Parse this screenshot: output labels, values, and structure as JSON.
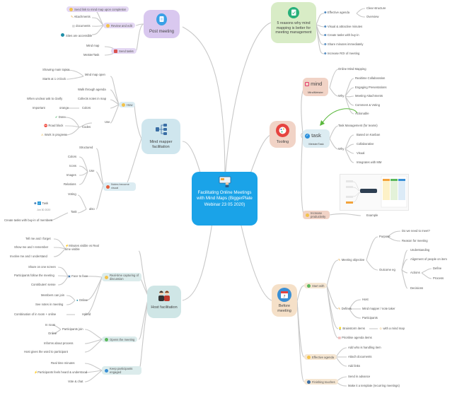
{
  "center": {
    "title": "Facilitating Online Meetings with Mind Maps (BiggerPlate Webinar 23 05 2020)"
  },
  "branches": {
    "post_meeting": {
      "label": "Post meeting",
      "review_and_edit": "Review and edit",
      "send_link": "Send link to mind map upon completion",
      "attachments": "Attachments",
      "documents": "documents",
      "sites": "Sites are accessible",
      "send_tasks": "Send tasks",
      "mind_map": "Mind map",
      "meister_task": "MeisterTask"
    },
    "reasons": {
      "label": "5 reasons why mind mapping is better for meeting management",
      "items": [
        "Effective agenda",
        "Visual & attractive minutes",
        "Create tasks with buy-in",
        "Share minutes immediately",
        "Increase ROI of meeting"
      ],
      "sub_clear": "Clear structure",
      "sub_overview": "Overview"
    },
    "facilitation": {
      "label": "Mind mapper facilitation",
      "how": "How",
      "mind_map_open": "Mind map open",
      "showing_main_topics": "Showing main topics",
      "starts_at_1": "Starts at 1 o'clock",
      "walk_through": "Walk through agenda",
      "collects_notes": "Collects notes in map",
      "when_unclear": "When unclear ask to clarify",
      "colors": "Colors",
      "use": "Use",
      "important": "Important",
      "orange": "orange",
      "codes": "Codes",
      "done": "Done",
      "road_block": "Road block",
      "work_in_progress": "Work in progress",
      "notes_visual": "Notes become visual",
      "structured": "Structured",
      "use2": "Use",
      "colors2": "Colors",
      "icons": "Icons",
      "images": "Images",
      "relations": "Relations",
      "also": "also",
      "voting": "Voting",
      "task": "Task",
      "task_chip": "Task",
      "task_date": "Jun 30 2020",
      "create_tasks": "Create tasks with buy-in of members"
    },
    "tooling": {
      "label": "Tooling",
      "mindmeister": "MindMeister",
      "mindmeister_logo": "mind",
      "online_mind_mapping": "Online Mind Mapping",
      "why": "Why",
      "realtime": "Realtime Collaboration",
      "presentations": "Engaging Presentations",
      "attachments": "Meeting Attachments",
      "comment_voting": "Comment & Voting",
      "actionable": "Actionable",
      "meistertask": "MeisterTask",
      "meistertask_logo": "task",
      "task_mgmt": "Task Management (for teams)",
      "why2": "Why",
      "kanban": "Based on Kanban",
      "collaborative": "Collaborative",
      "visual": "Visual",
      "integrates": "Integrates with MM",
      "increase_productivity": "Increase productivity",
      "example": "Example"
    },
    "host": {
      "label": "Host facilitation",
      "minutes": "Minutes visible vs Real time visible",
      "tell_me": "Tell me and I forget",
      "show_me": "Show me and I remember",
      "involve_me": "Involve me and I understand",
      "realtime_capturing": "Real-time capturing of discussion",
      "face_to_face": "Face to face",
      "share_screen": "Share on one screen",
      "participants_follow": "Participants follow the meeting",
      "contributes": "Contributes' sense",
      "online": "Online",
      "members_can_join": "Members can join",
      "see_notes": "See notes in meeting",
      "hybrid": "Hybrid",
      "combination": "Combination of in room + online",
      "opens_meeting": "Opens the meeting",
      "participants_join": "Participants join",
      "in_room": "In room",
      "online2": "Online",
      "informs": "Informs about process",
      "host_gives": "Host gives the word to participant",
      "keep_engaged": "Keep participants engaged",
      "realtime_minutes": "Real time minutes",
      "feels_heard": "Participants feels heard & understood",
      "vote_chat": "Vote & chat"
    },
    "before": {
      "label": "Before meeting",
      "start_with": "Start with",
      "meeting_objective": "Meeting objective",
      "purpose": "Purpose",
      "why_meet": "Do we need to meet?",
      "reason": "Reason for meeting",
      "outcome": "Outcome eg",
      "understanding": "Understanding",
      "alignment": "Alignment of people on item",
      "actions": "Actions",
      "define": "Define",
      "process": "Process",
      "decisions": "Decisions",
      "defines": "Defines",
      "host": "Host",
      "mind_mapper": "Mind mapper / note taker",
      "participants": "Participants",
      "brainstorm": "Brainstorm items",
      "with_mind_map": "with a mind map",
      "prioritise": "Prioritise agenda items",
      "effective_agenda": "Effective agenda",
      "add_who": "Add who is handling item",
      "attach_docs": "Attach documents",
      "add_links": "Add links",
      "finishing": "Finishing touches",
      "send_advance": "Send in advance",
      "make_template": "Make it a template (recurring meetings)"
    }
  },
  "colors": {
    "center": "#1aa3e8",
    "post": "#d9c8ef",
    "reasons": "#d8ecc6",
    "facilitation": "#cfe6ee",
    "tooling": "#f1d3c6",
    "host": "#cfe6e6",
    "before": "#f5e0c8",
    "line": "#c8c8c8"
  }
}
